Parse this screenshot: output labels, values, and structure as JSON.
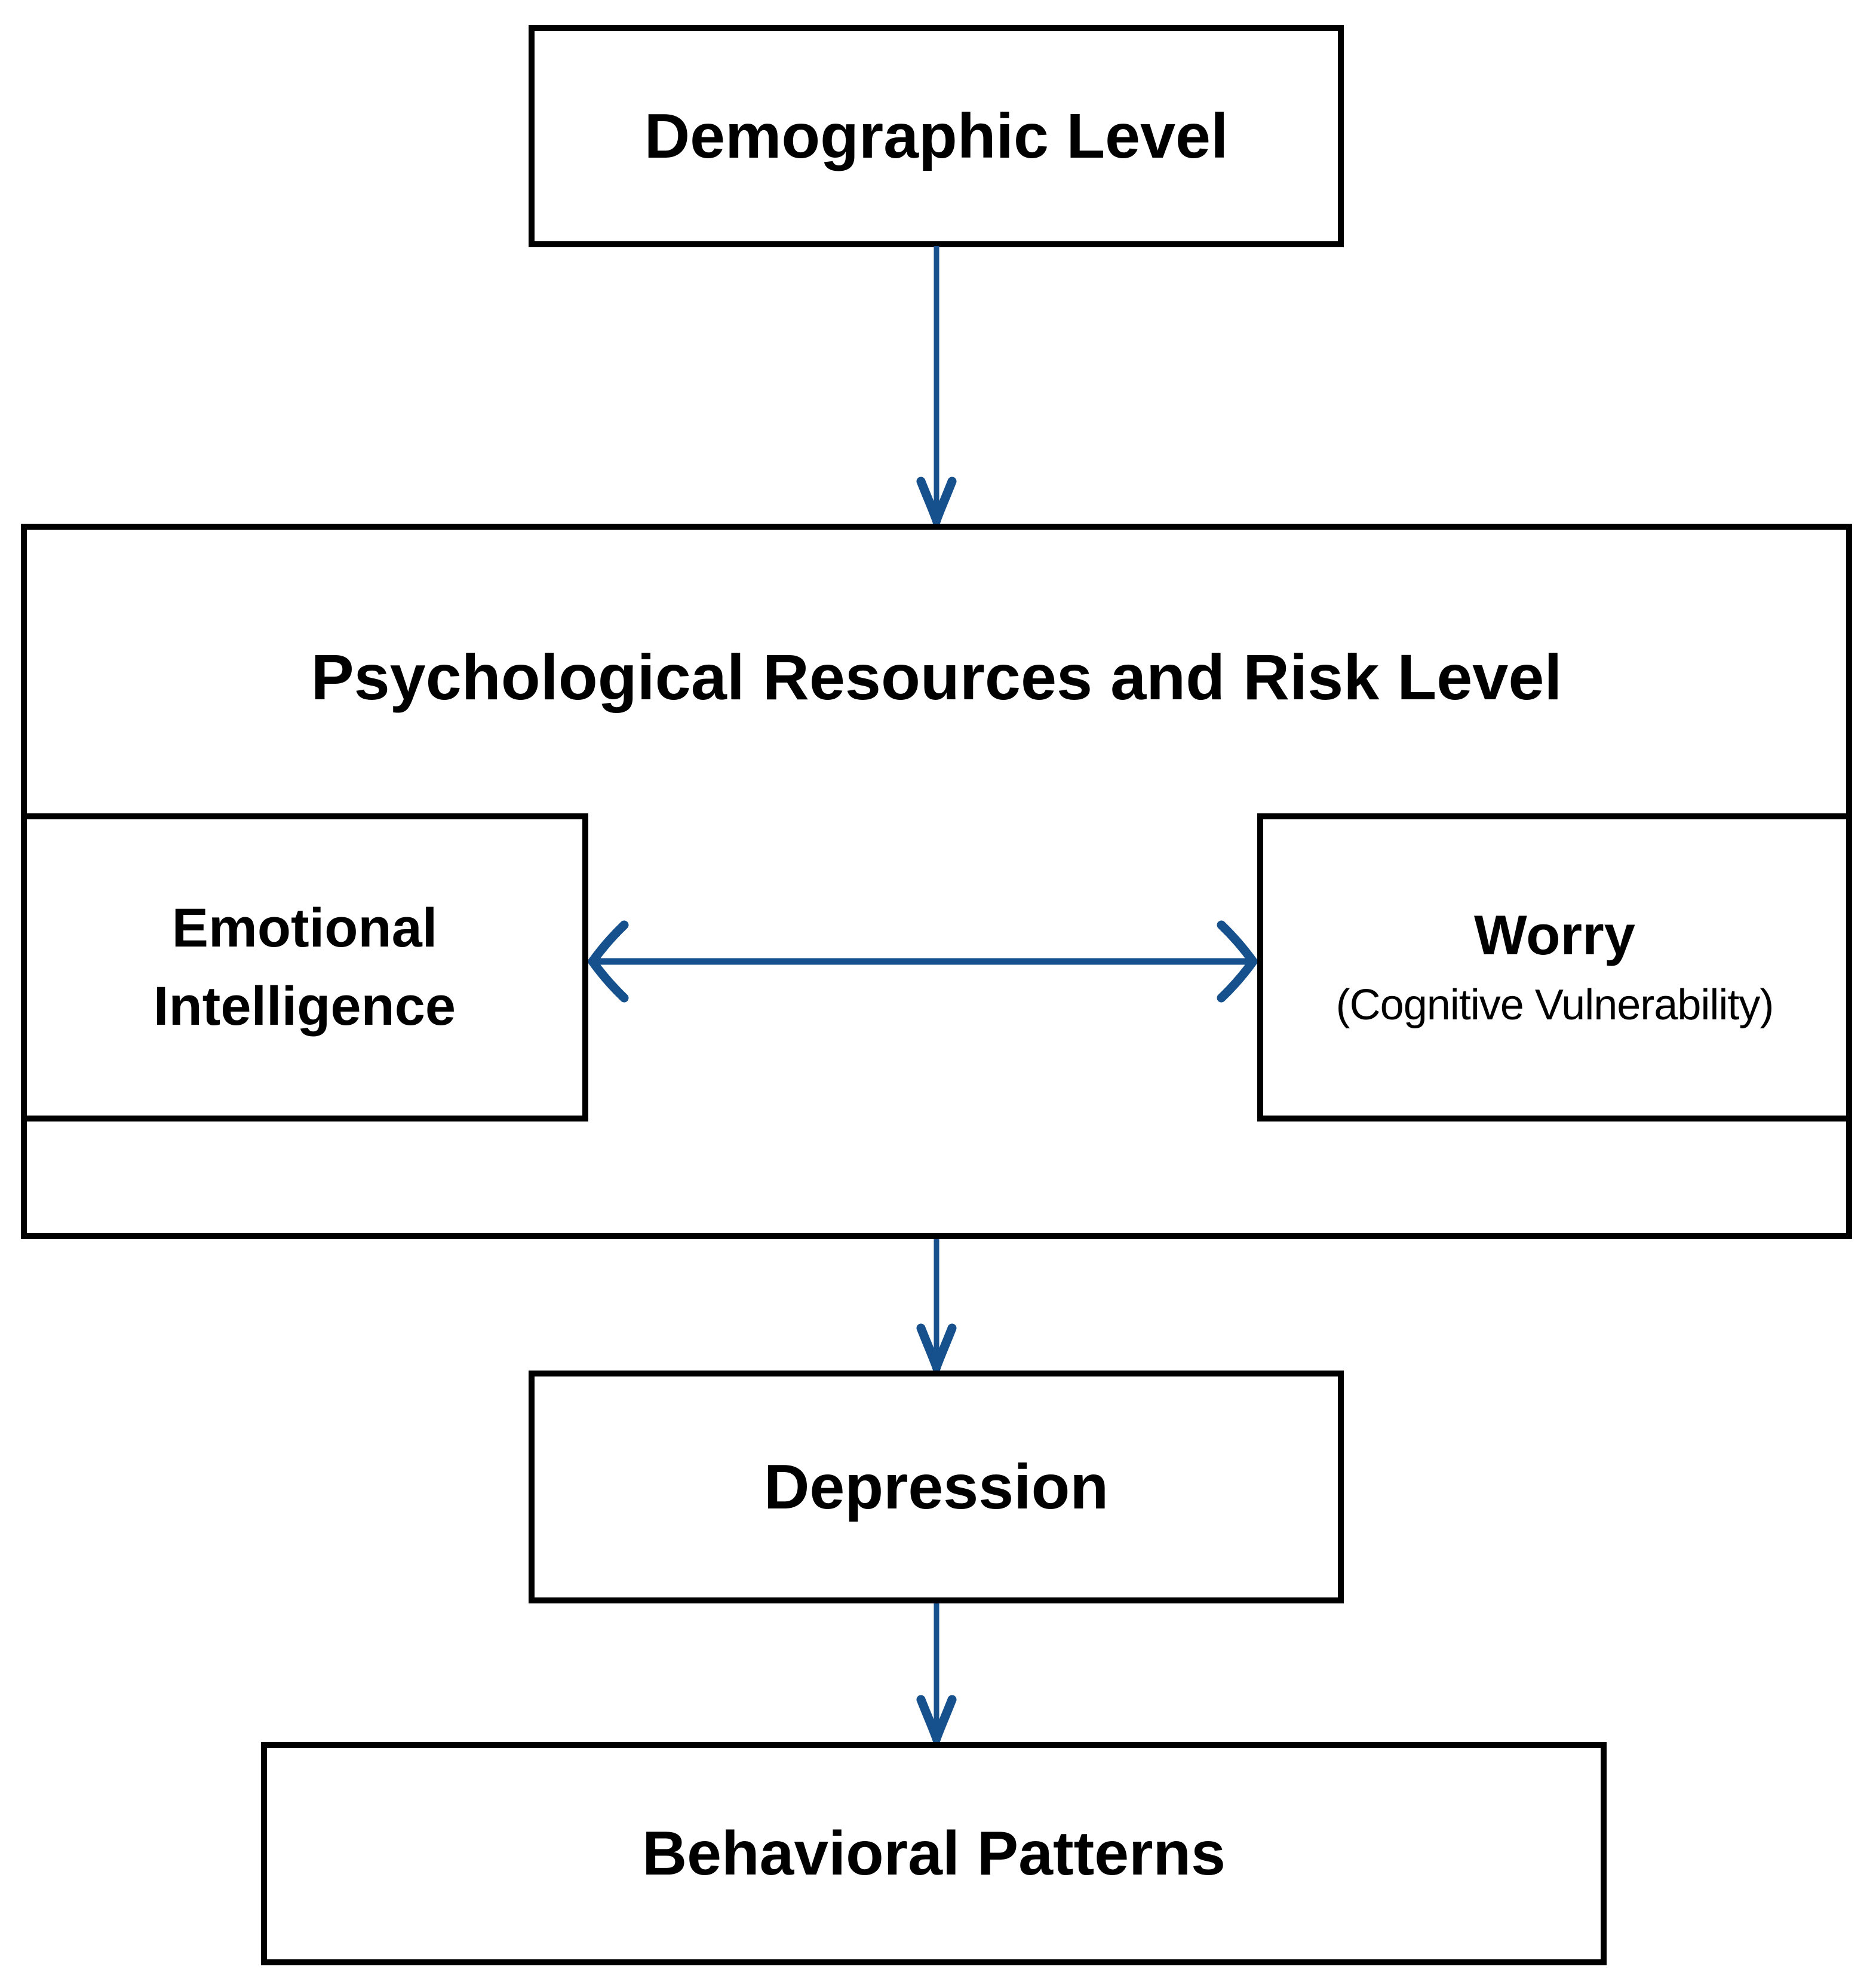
{
  "colors": {
    "arrow": "#16508d",
    "border": "#000000",
    "text": "#000000",
    "canvas_bg": "#ffffff",
    "box_bg": "#ffffff"
  },
  "nodes": {
    "demographic": {
      "label": "Demographic Level"
    },
    "psych": {
      "title": "Psychological Resources and Risk Level"
    },
    "emotional": {
      "label": "Emotional Intelligence"
    },
    "worry": {
      "label": "Worry",
      "sublabel": "(Cognitive Vulnerability)"
    },
    "depression": {
      "label": "Depression"
    },
    "behavioral": {
      "label": "Behavioral Patterns"
    }
  },
  "edges": [
    {
      "from": "Demographic Level",
      "to": "Psychological Resources and Risk Level",
      "direction": "down"
    },
    {
      "from": "Emotional Intelligence",
      "to": "Worry (Cognitive Vulnerability)",
      "direction": "bidirectional"
    },
    {
      "from": "Psychological Resources and Risk Level",
      "to": "Depression",
      "direction": "down"
    },
    {
      "from": "Depression",
      "to": "Behavioral Patterns",
      "direction": "down"
    }
  ]
}
